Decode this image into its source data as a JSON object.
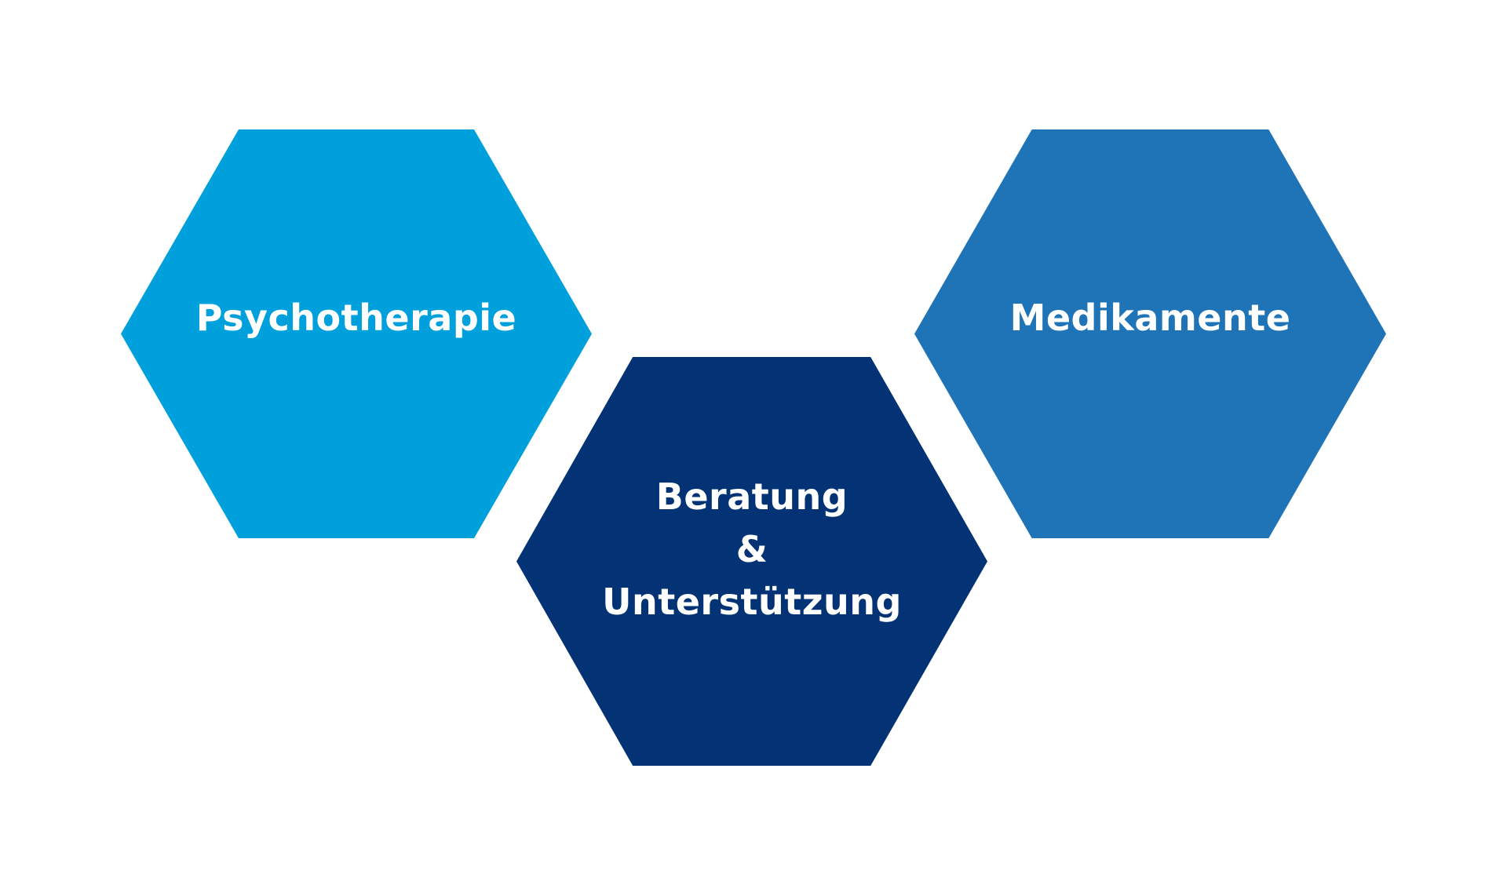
{
  "diagram": {
    "type": "hexagon-cluster",
    "background": "#FFFFFF",
    "text_color": "#FFFFFF",
    "nodes": [
      {
        "id": "psychotherapie",
        "position": "top-left",
        "label_lines": [
          "Psychotherapie"
        ],
        "color": "#00A0DC"
      },
      {
        "id": "beratung",
        "position": "bottom-center",
        "label_lines": [
          "Beratung",
          "&",
          "Unterstützung"
        ],
        "color": "#033375"
      },
      {
        "id": "medikamente",
        "position": "top-right",
        "label_lines": [
          "Medikamente"
        ],
        "color": "#1F74B8"
      }
    ]
  }
}
